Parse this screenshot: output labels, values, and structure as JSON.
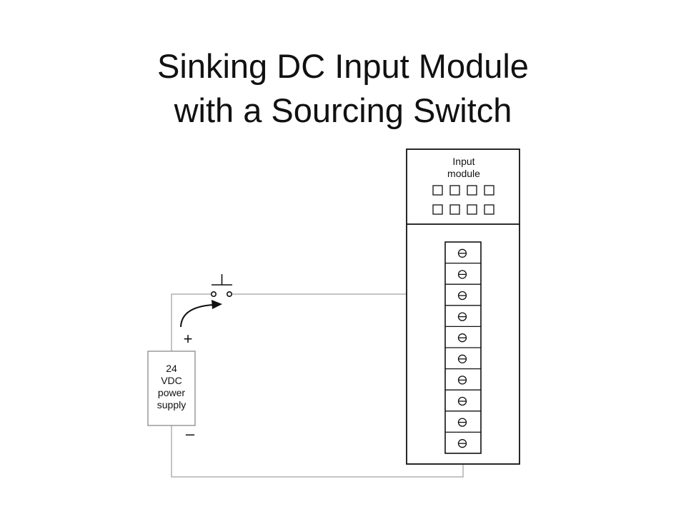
{
  "title": {
    "line1": "Sinking DC Input Module",
    "line2": "with a Sourcing Switch"
  },
  "input_module": {
    "label_line1": "Input",
    "label_line2": "module",
    "indicator_rows": 2,
    "indicators_per_row": 4,
    "terminal_count": 10,
    "terminal_symbol": "⊖"
  },
  "power_supply": {
    "line1": "24",
    "line2": "VDC",
    "line3": "power",
    "line4": "supply",
    "plus_label": "+",
    "minus_label": "–"
  },
  "colors": {
    "stroke": "#111111",
    "wire": "#b0b0b0",
    "text": "#111111"
  },
  "icons": {
    "switch": "normally-open-pushbutton-icon",
    "terminal": "screw-terminal-icon",
    "arrow": "current-flow-arrow-icon"
  }
}
